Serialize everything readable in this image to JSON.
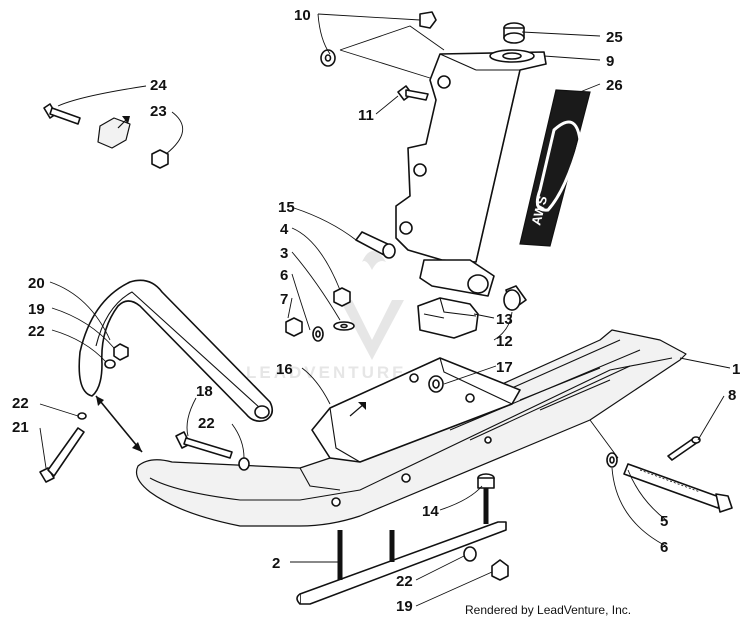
{
  "diagram": {
    "callouts": {
      "c1": "1",
      "c2": "2",
      "c3": "3",
      "c4": "4",
      "c5": "5",
      "c6a": "6",
      "c6b": "6",
      "c8": "8",
      "c9": "9",
      "c10": "10",
      "c11": "11",
      "c12": "12",
      "c13": "13",
      "c14": "14",
      "c15": "15",
      "c16": "16",
      "c17": "17",
      "c18": "18",
      "c19a": "19",
      "c19b": "19",
      "c20": "20",
      "c21": "21",
      "c22a": "22",
      "c22b": "22",
      "c22c": "22",
      "c22d": "22",
      "c23": "23",
      "c24": "24",
      "c25": "25",
      "c26": "26"
    },
    "decal_text": "AWS",
    "watermark": "LEADVENTURE",
    "credit": "Rendered by LeadVenture, Inc."
  }
}
